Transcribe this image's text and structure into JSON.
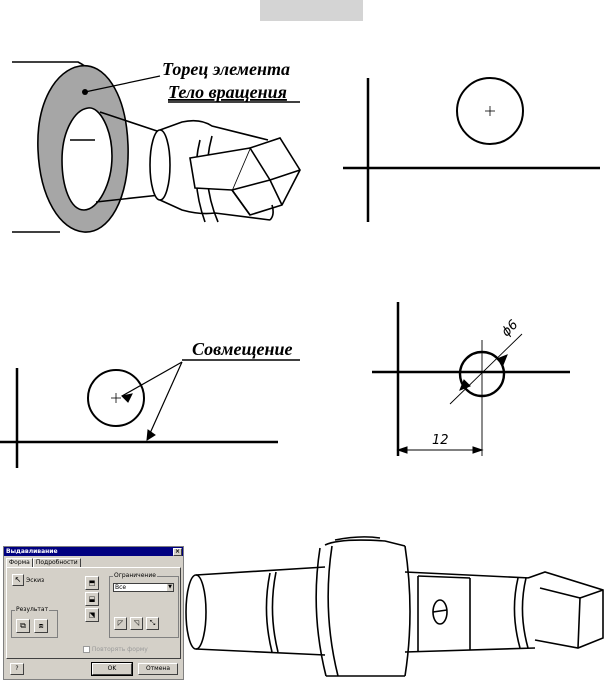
{
  "labels": {
    "face_line1": "Торец элемента",
    "face_line2": "Тело вращения",
    "alignment": "Совмещение",
    "diameter": "ϕ6",
    "distance": "12"
  },
  "dialog": {
    "title": "Выдавливание",
    "close_icon": "×",
    "tabs": [
      "Форма",
      "Подробности"
    ],
    "sketch_label": "Эскиз",
    "result_label": "Результат",
    "limit_label": "Ограничение",
    "limit_value": "Все",
    "repeat_label": "Повторять форму",
    "help_label": "?",
    "ok_label": "OK",
    "cancel_label": "Отмена"
  },
  "colors": {
    "accent_grey": "#d4d4d4",
    "face_fill": "#a6a6a6",
    "dialog_bg": "#d4d0c8",
    "title_bar": "#000080"
  }
}
